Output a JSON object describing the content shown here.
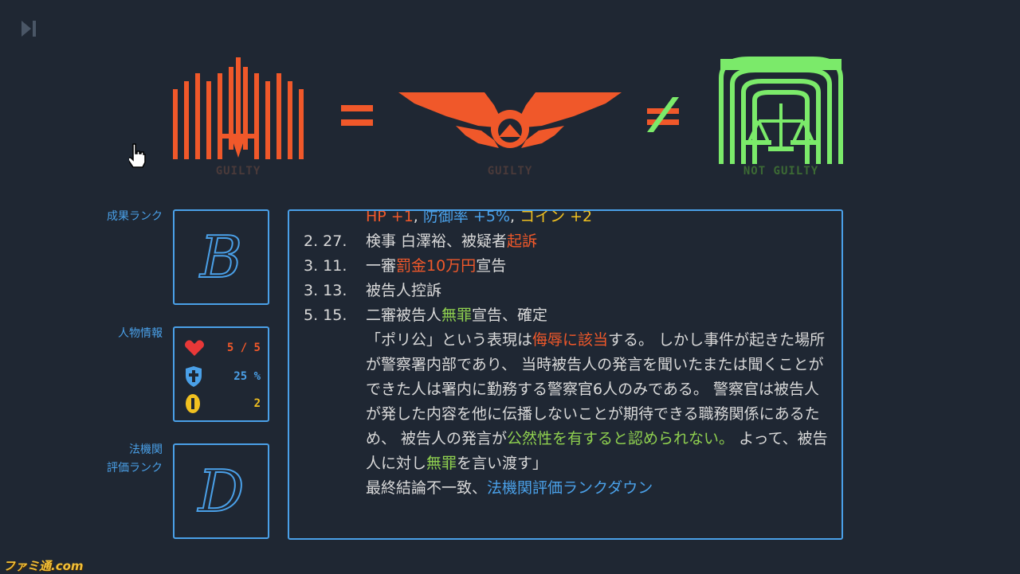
{
  "header": {
    "emblem_left_label": "GUILTY",
    "operator_equals": "=",
    "emblem_center_label": "GUILTY",
    "operator_not_equals": "≠",
    "emblem_right_label": "NOT GUILTY"
  },
  "sidebar": {
    "achievement_rank_label": "成果ランク",
    "achievement_rank_value": "B",
    "character_info_label": "人物情報",
    "stats": {
      "hp": "5 / 5",
      "defense": "25 %",
      "coins": "2"
    },
    "agency_rank_label_1": "法機関",
    "agency_rank_label_2": "評価ランク",
    "agency_rank_value": "D"
  },
  "log": {
    "cut_line": {
      "p1": "HP +1",
      "p2": ", ",
      "p3": "防御率 +5%",
      "p4": ", ",
      "p5": "コイン +2"
    },
    "entries": [
      {
        "date": "2. 27.",
        "t1": "検事 白澤裕、被疑者",
        "t2": "起訴"
      },
      {
        "date": "3. 11.",
        "t1": "一審",
        "t2": "罰金10万円",
        "t3": "宣告"
      },
      {
        "date": "3. 13.",
        "t1": "被告人控訴"
      },
      {
        "date": "5. 15.",
        "t1": "二審被告人",
        "t2": "無罪",
        "t3": "宣告、確定"
      }
    ],
    "para": {
      "s1": "「ポリ公」という表現は",
      "s2": "侮辱に該当",
      "s3": "する。 しかし事件が起きた場所が警察署内部であり、 当時被告人の発言を聞いたまたは聞くことができた人は署内に勤務する警察官6人のみである。 警察官は被告人が発した内容を他に伝播しないことが期待できる職務関係にあるため、 被告人の発言が",
      "s4": "公然性を有すると認められない。",
      "s5": " よって、被告人に対し",
      "s6": "無罪",
      "s7": "を言い渡す」"
    },
    "final": {
      "t1": "最終結論不一致、",
      "t2": "法機関評価ランクダウン"
    }
  },
  "logo_text": "ファミ通.com",
  "colors": {
    "background": "#1f2733",
    "accent_blue": "#4aa0e8",
    "guilty_orange": "#f0582a",
    "not_guilty_green": "#7bea6a",
    "green_text": "#8fd04f",
    "coin_yellow": "#f0c020",
    "hp_red": "#e83838"
  },
  "icons": [
    "skip-icon",
    "cursor-hand-icon",
    "gavel-bars-emblem",
    "winged-emblem",
    "scales-emblem",
    "heart-icon",
    "shield-icon",
    "coin-icon"
  ]
}
